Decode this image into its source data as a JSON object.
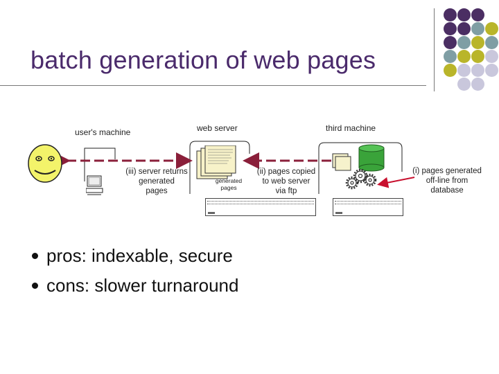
{
  "slide": {
    "title": "batch generation of web pages"
  },
  "colors": {
    "title": "#4a2a6b",
    "dot_purple": "#4b2e63",
    "dot_teal": "#7f9ea4",
    "dot_olive": "#b9b52a",
    "dot_lavender": "#c9c7dc",
    "arrow_dashed": "#8a1f3a",
    "arrow_red": "#c8102e",
    "smiley": "#f3f36a"
  },
  "diagram": {
    "zones": {
      "user": "user's machine",
      "web": "web server",
      "third": "third machine"
    },
    "steps": {
      "iii": [
        "(iii) server returns",
        "generated",
        "pages"
      ],
      "ii": [
        "(ii) pages copied",
        "to web server",
        "via ftp"
      ],
      "i": [
        "(i) pages generated",
        "off-line from",
        "database"
      ]
    },
    "generated_pages_label": [
      "generated",
      "pages"
    ]
  },
  "bullets": [
    "pros:  indexable, secure",
    "cons:  slower turnaround"
  ]
}
